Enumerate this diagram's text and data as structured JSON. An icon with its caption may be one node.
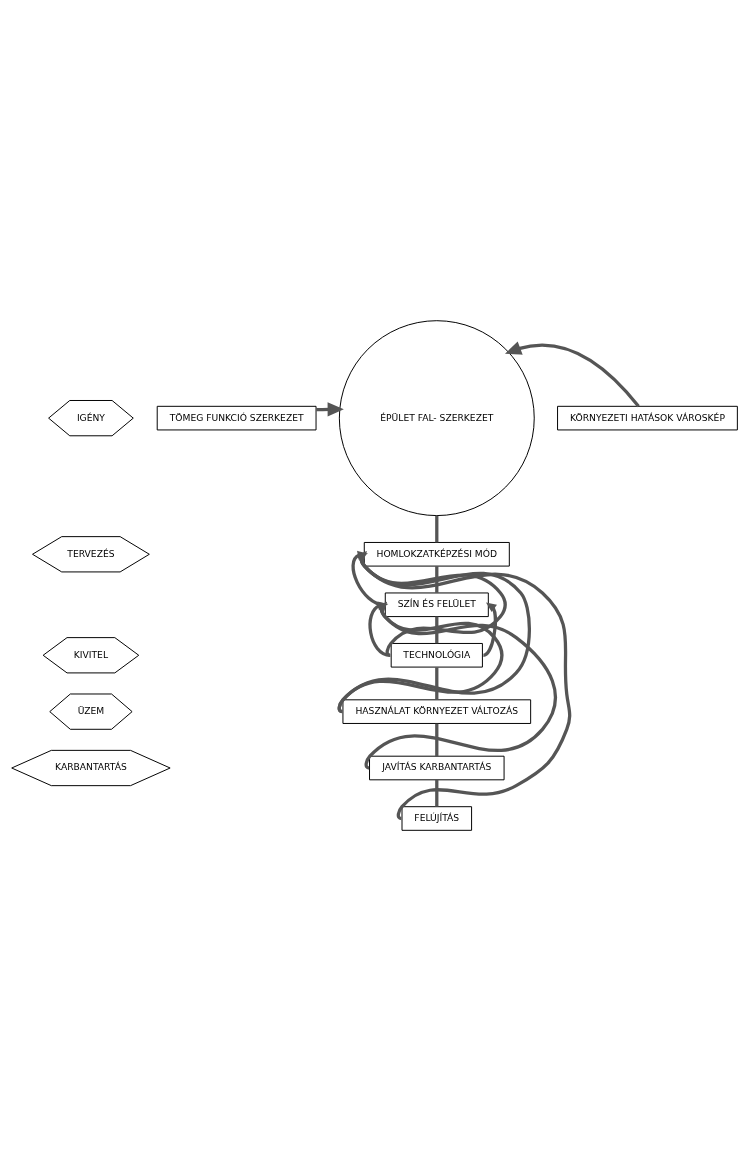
{
  "diagram": {
    "nodes": [
      {
        "text": [
          "IGÉNY"
        ]
      },
      {
        "text": [
          "TERVEZÉS"
        ]
      },
      {
        "text": [
          "KIVITEL"
        ]
      },
      {
        "text": [
          "ÜZEM"
        ]
      },
      {
        "text": [
          "KARBANTARTÁS"
        ]
      },
      {
        "text": [
          "TÖMEG FUNKCIÓ SZERKEZET"
        ]
      },
      {
        "text": [
          "ÉPÜLET FAL- SZERKEZET"
        ]
      },
      {
        "text": [
          "KÖRNYEZETI HATÁSOK VÁROSKÉP"
        ]
      },
      {
        "text": [
          "HOMLOKZATKÉPZÉSI MÓD"
        ]
      },
      {
        "text": [
          "SZÍN ÉS FELÜLET"
        ]
      },
      {
        "text": [
          "TECHNOLÓGIA"
        ]
      },
      {
        "text": [
          "HASZNÁLAT KÖRNYEZET VÁLTOZÁS"
        ]
      },
      {
        "text": [
          "JAVÍTÁS KARBANTARTÁS"
        ]
      },
      {
        "text": [
          "FELÚJÍTÁS"
        ]
      }
    ],
    "edges": [
      {
        "from": 5,
        "to": 6,
        "arrow": "to"
      },
      {
        "from": 7,
        "to": 6,
        "arrow": "to"
      },
      {
        "from": 6,
        "to": 8,
        "arrow": "none"
      },
      {
        "from": 8,
        "to": 9,
        "arrow": "none"
      },
      {
        "from": 9,
        "to": 10,
        "arrow": "none"
      },
      {
        "from": 10,
        "to": 11,
        "arrow": "none"
      },
      {
        "from": 11,
        "to": 12,
        "arrow": "none"
      },
      {
        "from": 12,
        "to": 13,
        "arrow": "none"
      },
      {
        "from": 11,
        "to": 8,
        "arrow": "to"
      },
      {
        "from": 10,
        "to": 8,
        "arrow": "to"
      },
      {
        "from": 9,
        "to": 8,
        "arrow": "to"
      },
      {
        "from": 10,
        "to": 9,
        "arrow": "to"
      },
      {
        "from": 13,
        "to": 8,
        "arrow": "to"
      },
      {
        "from": 12,
        "to": 9,
        "arrow": "to"
      },
      {
        "from": 11,
        "to": 9,
        "arrow": "to"
      },
      {
        "from": 10,
        "to": 9,
        "arrow": "to"
      }
    ]
  }
}
